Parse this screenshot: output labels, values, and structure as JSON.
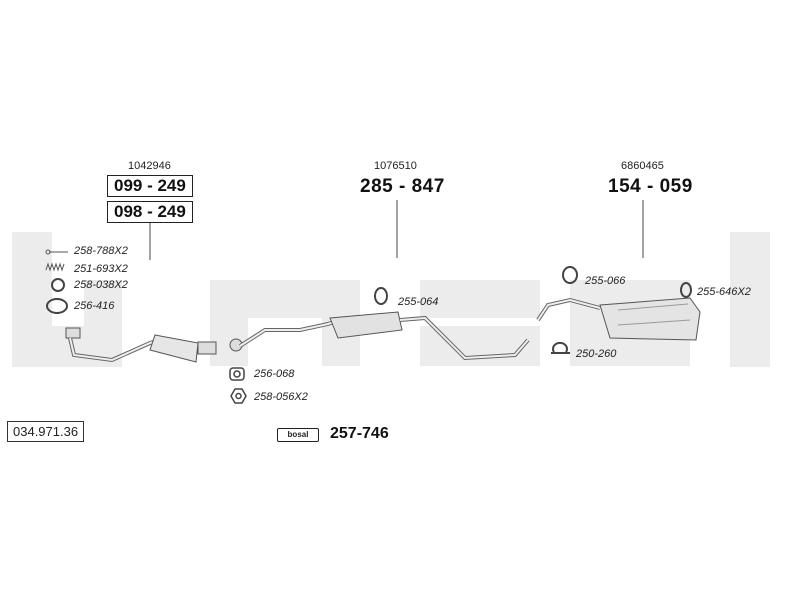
{
  "watermark": "bosal",
  "assembly_code": "034.971.36",
  "groups": [
    {
      "ref": "1042946",
      "numbers": [
        "099 - 249",
        "098 - 249"
      ]
    },
    {
      "ref": "1076510",
      "numbers": [
        "285 - 847"
      ]
    },
    {
      "ref": "6860465",
      "numbers": [
        "154 - 059"
      ]
    }
  ],
  "parts": {
    "p1": "258-788X2",
    "p2": "251-693X2",
    "p3": "258-038X2",
    "p4": "256-416",
    "p5": "255-064",
    "p6": "255-066",
    "p7": "255-646X2",
    "p8": "250-260",
    "p9": "256-068",
    "p10": "258-056X2"
  },
  "kit": {
    "logo_text": "bosal",
    "number": "257-746"
  }
}
